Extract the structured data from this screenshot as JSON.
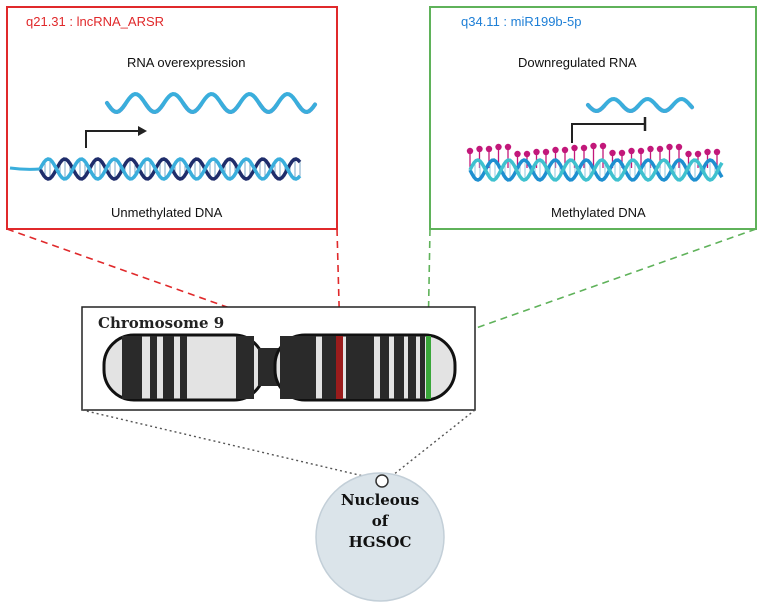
{
  "left_panel": {
    "locus": "q21.31 : lncRNA_ARSR",
    "top_caption": "RNA overexpression",
    "bottom_caption": "Unmethylated DNA"
  },
  "right_panel": {
    "locus": "q34.11 : miR199b-5p",
    "top_caption": "Downregulated RNA",
    "bottom_caption": "Methylated DNA"
  },
  "chromosome": {
    "title": "Chromosome 9"
  },
  "nucleus": {
    "line1": "Nucleous",
    "line2": "of",
    "line3": "HGSOC"
  },
  "colors": {
    "red": "#e0292b",
    "green": "#5fb25a",
    "blue_text": "#1e7fd6",
    "rna_magenta": "#b44fa6",
    "rna_cyan": "#3aaedc",
    "dna_dark": "#1f2d6b",
    "methyl": "#c2187a",
    "nucleus_fill": "#dbe4ea"
  }
}
